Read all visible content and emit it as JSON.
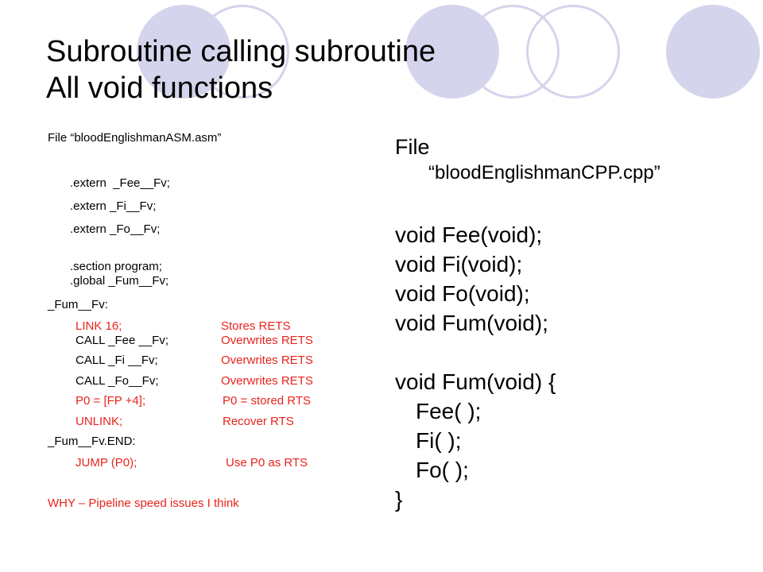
{
  "title": {
    "line1": "Subroutine calling subroutine",
    "line2": "All void functions"
  },
  "asm": {
    "file_label": "File “bloodEnglishmanASM.asm”",
    "extern_fee": ".extern  _Fee__Fv;",
    "extern_fi": ".extern _Fi__Fv;",
    "extern_fo": ".extern _Fo__Fv;",
    "section": ".section program;",
    "global": ".global _Fum__Fv;",
    "fum_label": "_Fum__Fv:",
    "rows": [
      {
        "code": "LINK 16;",
        "comment": "Stores RETS",
        "red": true
      },
      {
        "code": "CALL _Fee __Fv;",
        "comment": "Overwrites RETS",
        "red": false
      },
      {
        "code": "CALL _Fi __Fv;",
        "comment": "Overwrites RETS",
        "red": false
      },
      {
        "code": "CALL _Fo__Fv;",
        "comment": "Overwrites RETS",
        "red": false
      },
      {
        "code": "P0 = [FP +4];",
        "comment": "P0 = stored RTS",
        "red": true
      },
      {
        "code": "UNLINK;",
        "comment": "Recover RTS",
        "red": true
      }
    ],
    "end_label": "_Fum__Fv.END:",
    "jump_code": "JUMP (P0);",
    "jump_comment": "Use P0 as RTS",
    "why": "WHY – Pipeline speed issues I think"
  },
  "cpp": {
    "file_word": "File",
    "file_name": "“bloodEnglishmanCPP.cpp”",
    "decl_fee": "void Fee(void);",
    "decl_fi": "void Fi(void);",
    "decl_fo": "void Fo(void);",
    "decl_fum": "void Fum(void);",
    "def_fum": "void Fum(void) {",
    "call_fee": "Fee( );",
    "call_fi": "Fi( );",
    "call_fo": "Fo( );",
    "close": "}"
  },
  "colors": {
    "accent_circle": "#d4d4ec",
    "comment_red": "#e8241c"
  }
}
